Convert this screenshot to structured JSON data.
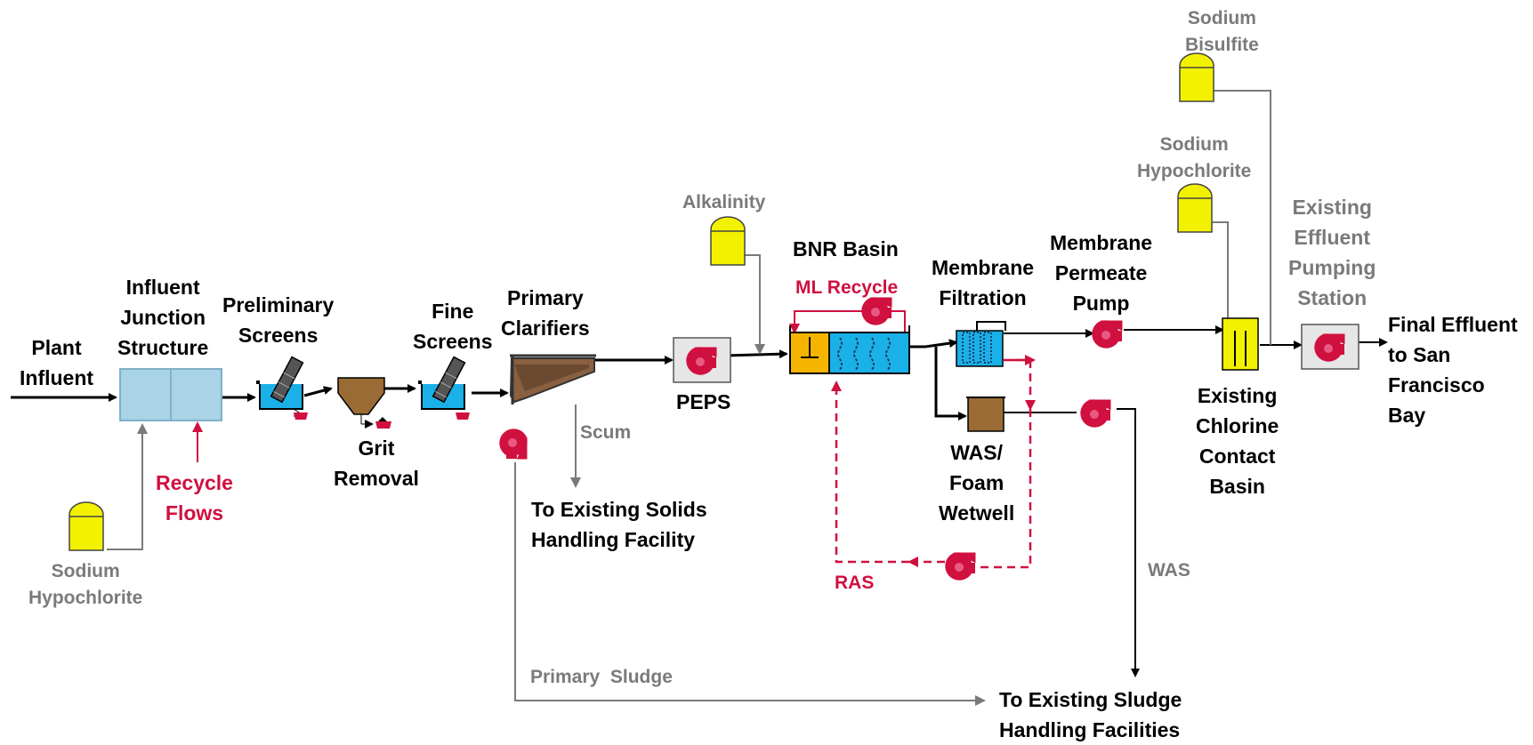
{
  "labels": {
    "plant_influent": [
      "Plant",
      "Influent"
    ],
    "influent_junction": [
      "Influent",
      "Junction",
      "Structure"
    ],
    "preliminary_screens": [
      "Preliminary",
      "Screens"
    ],
    "grit_removal": [
      "Grit",
      "Removal"
    ],
    "fine_screens": [
      "Fine",
      "Screens"
    ],
    "primary_clarifiers": [
      "Primary",
      "Clarifiers"
    ],
    "scum": "Scum",
    "to_existing_solids": [
      "To Existing Solids",
      "Handling Facility"
    ],
    "primary_sludge": "Primary  Sludge",
    "to_existing_sludge": [
      "To Existing Sludge",
      "Handling Facilities"
    ],
    "sodium_hypochlorite_left": [
      "Sodium",
      "Hypochlorite"
    ],
    "recycle_flows": [
      "Recycle",
      "Flows"
    ],
    "alkalinity": "Alkalinity",
    "peps": "PEPS",
    "bnr_basin": "BNR Basin",
    "ml_recycle": "ML Recycle",
    "ras": "RAS",
    "membrane_filtration": [
      "Membrane",
      "Filtration"
    ],
    "was_foam_wetwell": [
      "WAS/",
      "Foam",
      "Wetwell"
    ],
    "was": "WAS",
    "membrane_permeate_pump": [
      "Membrane",
      "Permeate",
      "Pump"
    ],
    "sodium_hypochlorite_right": [
      "Sodium",
      "Hypochlorite"
    ],
    "sodium_bisulfite": [
      "Sodium",
      "Bisulfite"
    ],
    "existing_chlorine_contact": [
      "Existing",
      "Chlorine",
      "Contact",
      "Basin"
    ],
    "existing_effluent_pumping": [
      "Existing",
      "Effluent",
      "Pumping",
      "Station"
    ],
    "final_effluent": [
      "Final Effluent",
      "to San",
      "Francisco",
      "Bay"
    ]
  },
  "colors": {
    "flow_line": "#000000",
    "chemical_line": "#7a7a7a",
    "recycle": "#d0103f",
    "tank_yellow": "#f2f200",
    "water_blue": "#1ab0e8",
    "junction_blue": "#a9d3e6",
    "grit_brown": "#9a6b35",
    "anoxic_orange": "#f5b400"
  }
}
